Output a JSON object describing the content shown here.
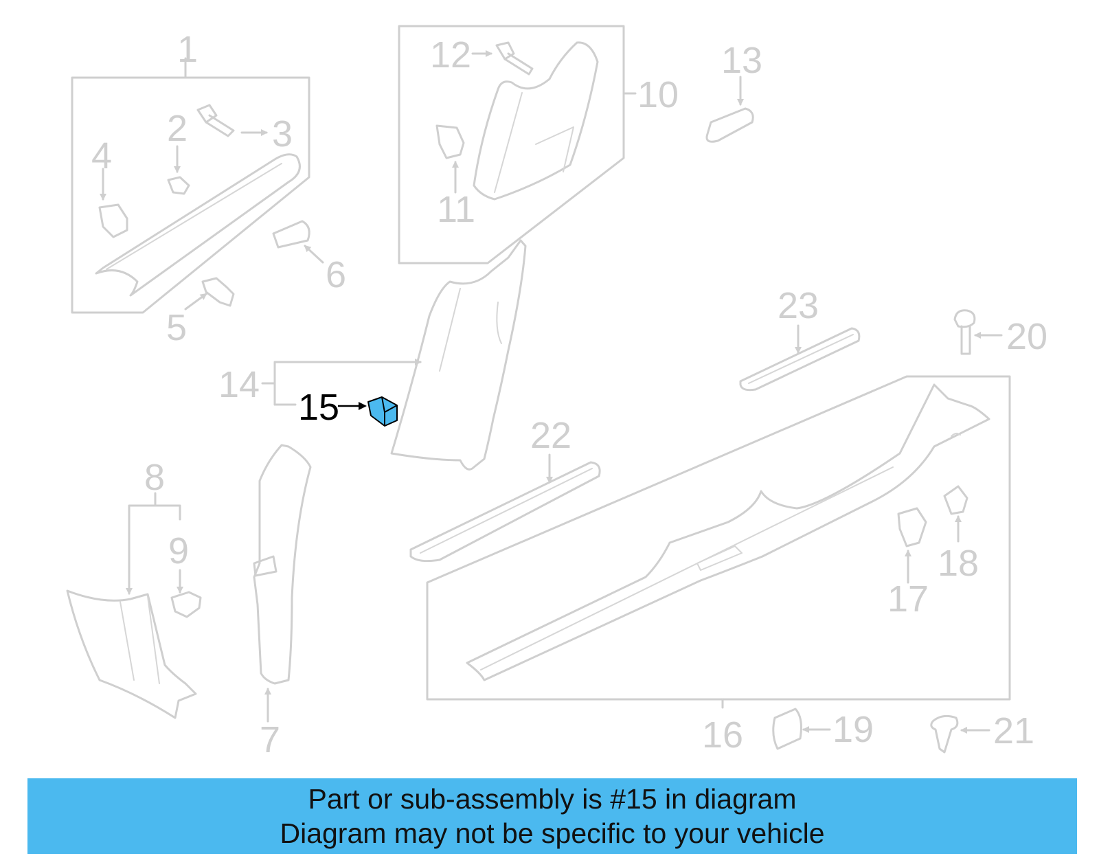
{
  "callouts": {
    "c1": "1",
    "c2": "2",
    "c3": "3",
    "c4": "4",
    "c5": "5",
    "c6": "6",
    "c7": "7",
    "c8": "8",
    "c9": "9",
    "c10": "10",
    "c11": "11",
    "c12": "12",
    "c13": "13",
    "c14": "14",
    "c15": "15",
    "c16": "16",
    "c17": "17",
    "c18": "18",
    "c19": "19",
    "c20": "20",
    "c21": "21",
    "c22": "22",
    "c23": "23"
  },
  "highlighted_part": "15",
  "colors": {
    "highlight": "#4bb9ef",
    "banner_bg": "#4bb9ef",
    "line_art": "#cfcfcf"
  },
  "banner": {
    "line1": "Part or sub-assembly is #15 in diagram",
    "line2": "Diagram may not be specific to your vehicle"
  }
}
